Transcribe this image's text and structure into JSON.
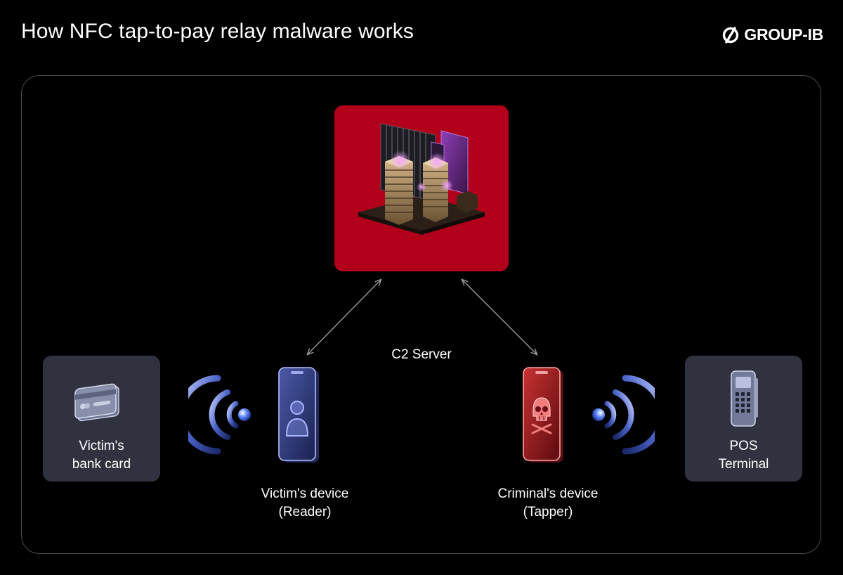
{
  "title": "How NFC tap-to-pay relay malware works",
  "logo": {
    "text": "GROUP-IB"
  },
  "nodes": {
    "c2": {
      "label": "C2 Server"
    },
    "victim_card": {
      "line1": "Victim's",
      "line2": "bank card"
    },
    "pos_terminal": {
      "line1": "POS",
      "line2": "Terminal"
    },
    "victim_device": {
      "line1": "Victim's device",
      "line2": "(Reader)"
    },
    "criminal_device": {
      "line1": "Criminal's device",
      "line2": "(Tapper)"
    }
  },
  "colors": {
    "background": "#000000",
    "c2_box": "#b2001b",
    "side_box": "#31323f",
    "victim_blue": "#5a6fd8",
    "criminal_red": "#e23a3a",
    "connector": "#9a9a9a"
  },
  "icons": {
    "c2": "server-datacenter-icon",
    "card": "bank-card-icon",
    "pos": "pos-terminal-icon",
    "victim_phone": "user-phone-icon",
    "criminal_phone": "skull-phone-icon",
    "nfc": "nfc-waves-icon"
  }
}
